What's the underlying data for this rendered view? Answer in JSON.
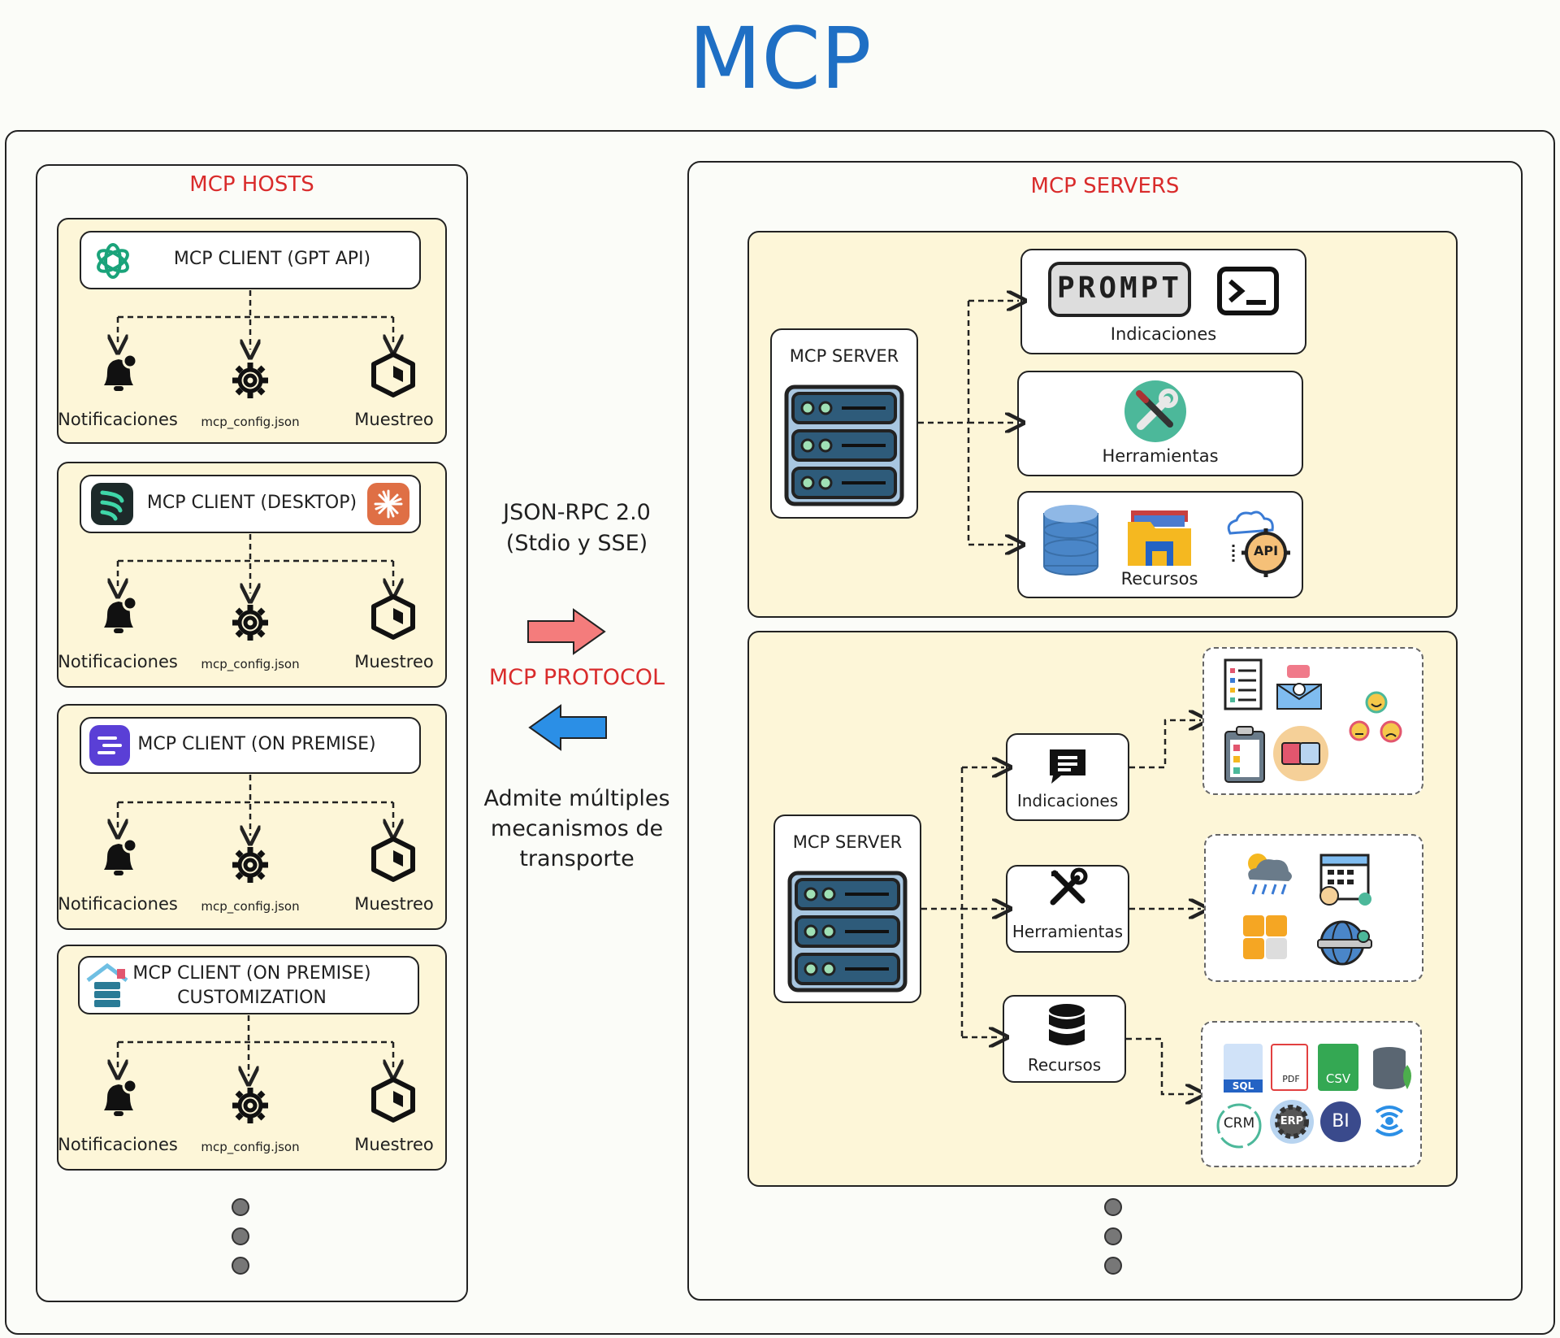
{
  "title": "MCP",
  "hosts": {
    "title": "MCP HOSTS",
    "clients": [
      {
        "label": "MCP CLIENT (GPT API)",
        "items": [
          "Notificaciones",
          "mcp_config.json",
          "Muestreo"
        ]
      },
      {
        "label": "MCP CLIENT (DESKTOP)",
        "items": [
          "Notificaciones",
          "mcp_config.json",
          "Muestreo"
        ]
      },
      {
        "label": "MCP CLIENT (ON PREMISE)",
        "items": [
          "Notificaciones",
          "mcp_config.json",
          "Muestreo"
        ]
      },
      {
        "label_line1": "MCP CLIENT (ON PREMISE)",
        "label_line2": "CUSTOMIZATION",
        "items": [
          "Notificaciones",
          "mcp_config.json",
          "Muestreo"
        ]
      }
    ]
  },
  "middle": {
    "transport_line1": "JSON-RPC 2.0",
    "transport_line2": "(Stdio y SSE)",
    "protocol": "MCP PROTOCOL",
    "note_line1": "Admite múltiples",
    "note_line2": "mecanismos de",
    "note_line3": "transporte",
    "arrow_right_color": "#f47c7c",
    "arrow_left_color": "#2b8fe6"
  },
  "servers": {
    "title": "MCP SERVERS",
    "server1": {
      "label": "MCP SERVER",
      "prompt_badge": "PROMPT",
      "prompts": "Indicaciones",
      "tools": "Herramientas",
      "resources": "Recursos",
      "api_badge": "API"
    },
    "server2": {
      "label": "MCP SERVER",
      "prompts": "Indicaciones",
      "tools": "Herramientas",
      "resources": "Recursos",
      "resource_badges": [
        "SQL",
        "PDF",
        "CSV",
        "CRM",
        "ERP",
        "BI"
      ]
    }
  },
  "colors": {
    "accent_red": "#d92b2b",
    "title_blue": "#1f6fc4",
    "panel_yellow": "#fdf6d8"
  }
}
